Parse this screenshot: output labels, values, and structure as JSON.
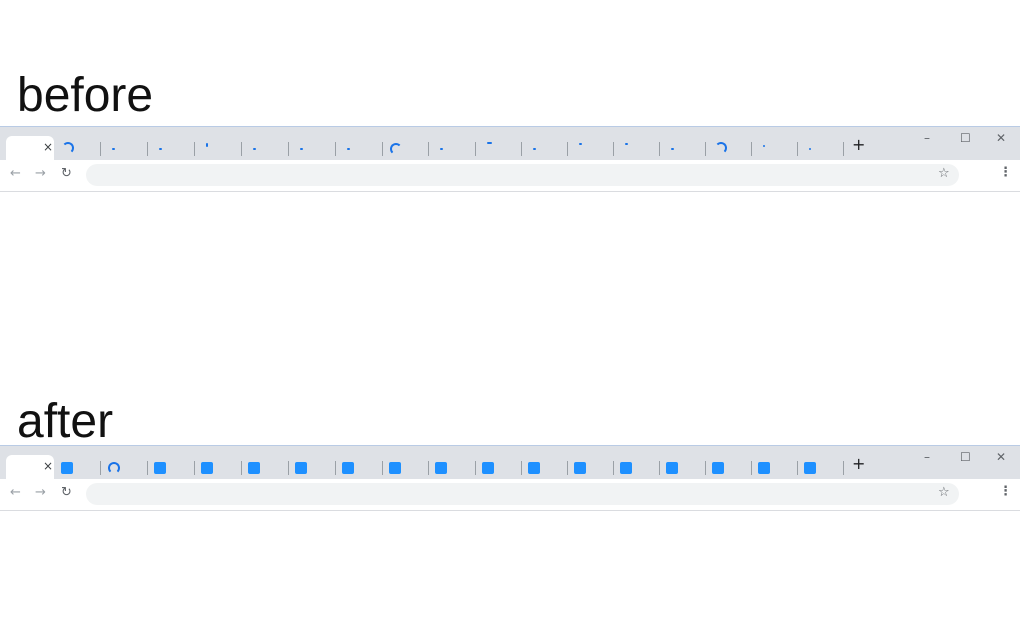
{
  "captions": {
    "before": "before",
    "after": "after"
  },
  "glyphs": {
    "tab_close": "×",
    "new_tab": "+",
    "minimize": "–",
    "maximize": "☐",
    "window_close": "✕",
    "back": "←",
    "forward": "→",
    "reload": "↻",
    "bookmark": "☆",
    "menu": "⋮"
  },
  "colors": {
    "tabstrip_bg": "#dee1e6",
    "loading_spinner": "#1a73e8",
    "favicon": "#1e90ff"
  },
  "before_tabs": [
    "active",
    "spinner",
    "spinner",
    "spinner",
    "spinner",
    "spinner",
    "spinner",
    "spinner",
    "spinner",
    "spinner",
    "spinner",
    "spinner",
    "spinner",
    "spinner",
    "spinner",
    "spinner",
    "spinner",
    "spinner"
  ],
  "after_tabs": [
    "active",
    "favicon",
    "loading",
    "favicon",
    "favicon",
    "favicon",
    "favicon",
    "favicon",
    "favicon",
    "favicon",
    "favicon",
    "favicon",
    "favicon",
    "favicon",
    "favicon",
    "favicon",
    "favicon",
    "favicon"
  ]
}
